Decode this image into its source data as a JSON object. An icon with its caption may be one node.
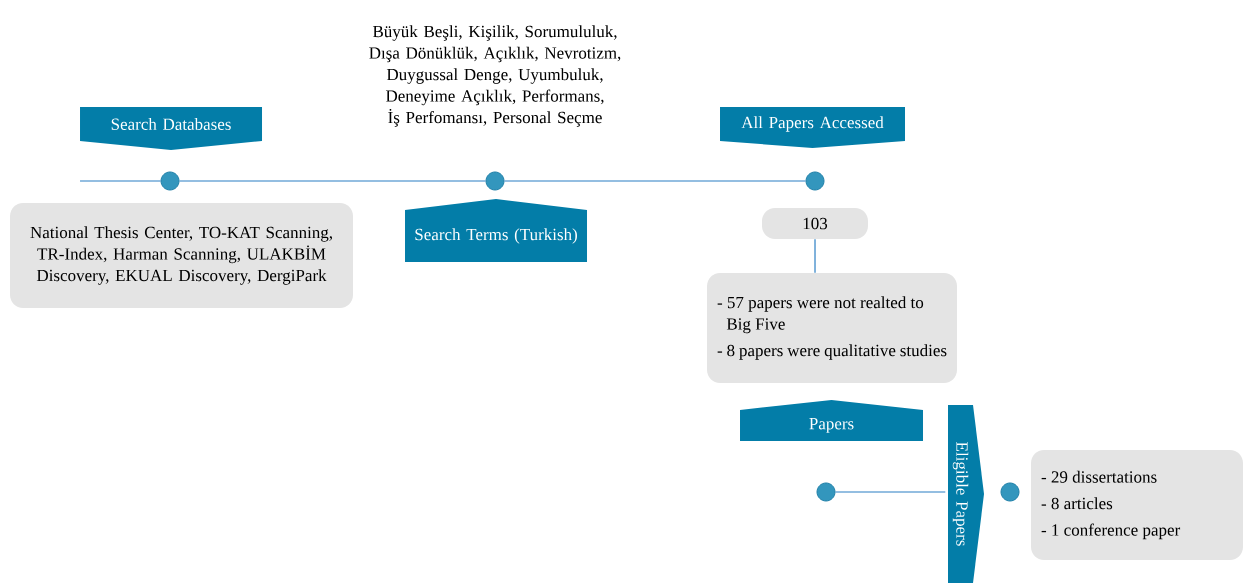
{
  "diagram": {
    "nodes": [
      {
        "text": [
          "Search Databases"
        ]
      },
      {
        "text": [],
        "shape": "circle"
      },
      {
        "text": [],
        "shape": "circle"
      },
      {
        "text": [],
        "shape": "circle"
      },
      {
        "text": [
          "National Thesis Center, TO-KAT Scanning, TR-Index, Harman Scanning, ULAKBİM Discovery, EKUAL Discovery, DergiPark"
        ]
      },
      {
        "text": [
          "Search Terms (Turkish)"
        ]
      },
      {
        "text": [
          "All Papers Accessed"
        ]
      },
      {
        "text": [
          "103"
        ]
      },
      {
        "text": [
          "- 57 papers were not realted to Big Five",
          "- 8 papers were qualitative studies"
        ]
      },
      {
        "text": [
          "Papers"
        ]
      },
      {
        "text": [],
        "shape": "circle"
      },
      {
        "text": [
          "Eligible Papers"
        ]
      },
      {
        "text": [],
        "shape": "circle"
      },
      {
        "text": [
          "- 29 dissertations",
          "- 8 articles",
          "- 1 conference paper"
        ]
      }
    ],
    "edges": [
      {
        "from": null,
        "to": 1,
        "arrow": "none"
      },
      {
        "from": 1,
        "to": 2,
        "arrow": "none"
      },
      {
        "from": 2,
        "to": 3,
        "arrow": "none"
      },
      {
        "from": 7,
        "to": 8,
        "arrow": "none"
      },
      {
        "from": 10,
        "to": 11,
        "arrow": "none"
      }
    ],
    "labels": [
      "Büyük Beşli, Kişilik, Sorumululuk, Dışa Dönüklük, Açıklık, Nevrotizm, Duygussal Denge, Uyumbuluk, Deneyime Açıklık, Performans, İş Perfomansı, Personal Seçme"
    ]
  }
}
